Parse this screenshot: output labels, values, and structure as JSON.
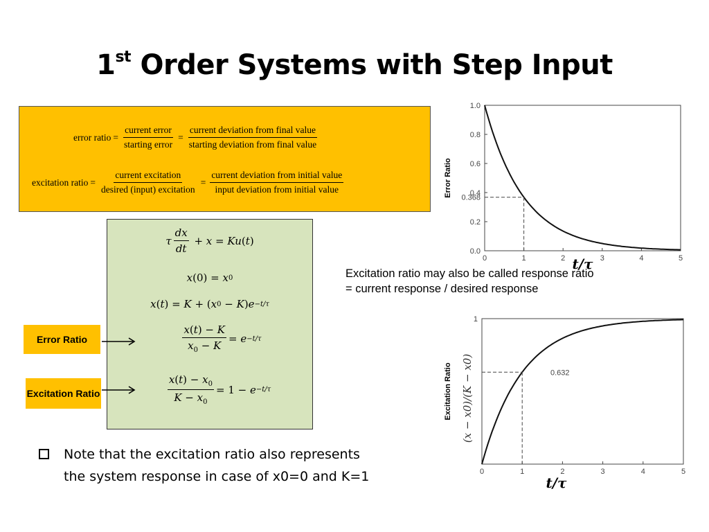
{
  "slide": {
    "title_main": "1",
    "title_sup": "st",
    "title_rest": " Order Systems with Step Input"
  },
  "ratio_definitions": {
    "error_lhs": "error ratio",
    "error_num1": "current error",
    "error_den1": "starting error",
    "error_num2": "current deviation from final value",
    "error_den2": "starting deviation from final value",
    "excitation_lhs": "excitation ratio",
    "excitation_num1": "current excitation",
    "excitation_den1": "desired (input) excitation",
    "excitation_num2": "current deviation from initial value",
    "excitation_den2": "input deviation from initial value"
  },
  "labels": {
    "error_ratio": "Error Ratio",
    "excitation_ratio": "Excitation Ratio"
  },
  "note": {
    "line1": "Excitation ratio may also be called response ratio",
    "line2": "= current response / desired response"
  },
  "bullet": {
    "line1": "Note that the excitation ratio also represents",
    "line2": "the system response in case of x0=0 and K=1"
  },
  "chart_data": [
    {
      "type": "line",
      "title": "",
      "xlabel": "t/τ",
      "ylabel": "Error Ratio",
      "xlim": [
        0,
        5
      ],
      "ylim": [
        0,
        1
      ],
      "x_ticks": [
        "0",
        "1",
        "2",
        "3",
        "4",
        "5"
      ],
      "y_ticks": [
        "0.0",
        "0.2",
        "0.4",
        "0.6",
        "0.8",
        "1.0"
      ],
      "function": "exp(-x)",
      "series": [
        {
          "x": [
            0,
            0.5,
            1,
            1.5,
            2,
            2.5,
            3,
            3.5,
            4,
            4.5,
            5
          ],
          "y": [
            1,
            0.607,
            0.368,
            0.223,
            0.135,
            0.082,
            0.05,
            0.03,
            0.018,
            0.011,
            0.007
          ]
        }
      ],
      "annotation": {
        "x": 1,
        "y": 0.368,
        "label": "0.368"
      }
    },
    {
      "type": "line",
      "title": "",
      "xlabel": "t/τ",
      "ylabel": "Excitation Ratio",
      "ylabel2": "(x − x0)/(K − x0)",
      "xlim": [
        0,
        5
      ],
      "ylim": [
        0,
        1
      ],
      "x_ticks": [
        "0",
        "1",
        "2",
        "3",
        "4",
        "5"
      ],
      "y_ticks": [
        "1"
      ],
      "function": "1-exp(-x)",
      "series": [
        {
          "x": [
            0,
            0.5,
            1,
            1.5,
            2,
            2.5,
            3,
            3.5,
            4,
            4.5,
            5
          ],
          "y": [
            0,
            0.393,
            0.632,
            0.777,
            0.865,
            0.918,
            0.95,
            0.97,
            0.982,
            0.989,
            0.993
          ]
        }
      ],
      "annotation": {
        "x": 1,
        "y": 0.632,
        "label": "0.632"
      }
    }
  ]
}
